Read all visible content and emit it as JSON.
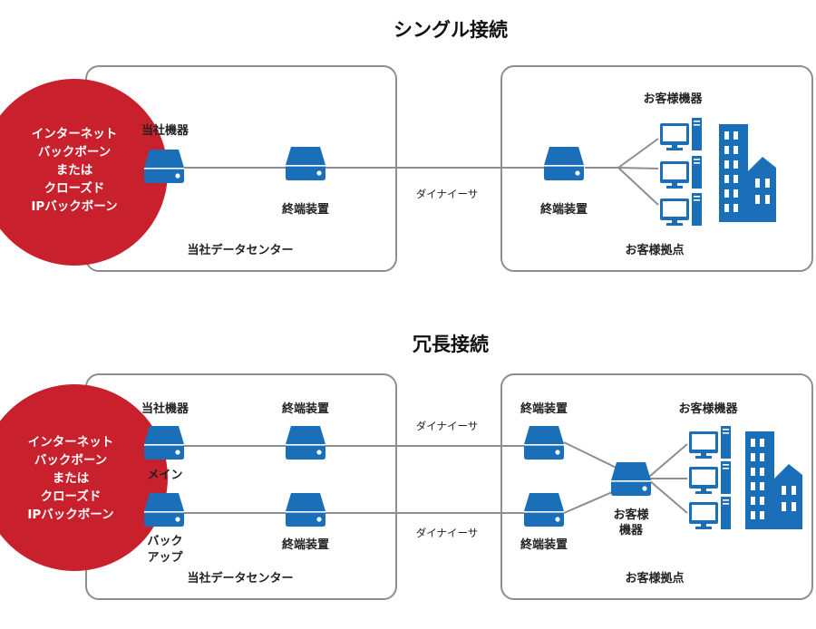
{
  "colors": {
    "red": "#c8202c",
    "blue": "#1a6fb8",
    "line": "#8a8f95",
    "box_border": "#8a8f95"
  },
  "single": {
    "title": "シングル接続",
    "internet_lines": [
      "インターネット",
      "バックボーン",
      "または",
      "クローズド",
      "IPバックボーン"
    ],
    "our_device": "当社機器",
    "dc_terminal": "終端装置",
    "dc_name": "当社データセンター",
    "link": "ダイナイーサ",
    "cust_terminal": "終端装置",
    "cust_devices": "お客様機器",
    "cust_site": "お客様拠点"
  },
  "redundant": {
    "title": "冗長接続",
    "internet_lines": [
      "インターネット",
      "バックボーン",
      "または",
      "クローズド",
      "IPバックボーン"
    ],
    "our_device": "当社機器",
    "main": "メイン",
    "backup_lines": [
      "バック",
      "アップ"
    ],
    "dc_terminal_top": "終端装置",
    "dc_terminal_bottom": "終端装置",
    "dc_name": "当社データセンター",
    "link_top": "ダイナイーサ",
    "link_bottom": "ダイナイーサ",
    "cust_terminal_top": "終端装置",
    "cust_terminal_bottom": "終端装置",
    "cust_center_lines": [
      "お客様",
      "機器"
    ],
    "cust_devices": "お客様機器",
    "cust_site": "お客様拠点"
  }
}
